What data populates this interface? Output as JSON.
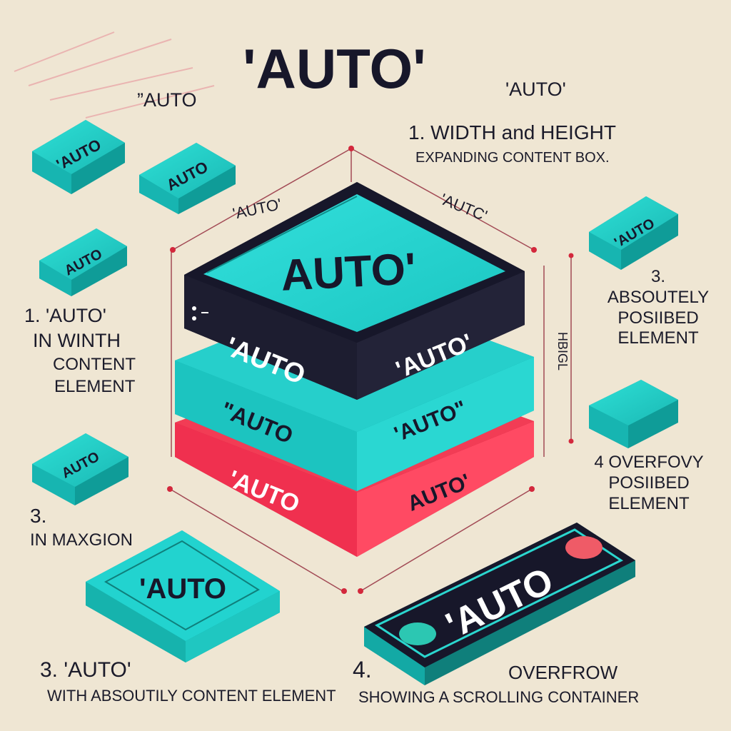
{
  "title": "'AUTO'",
  "labels": {
    "top_left_auto": "”AUTO",
    "top_right_auto": "'AUTO'",
    "width_height_line1": "1. WIDTH and HEIGHT",
    "width_height_line2": "EXPANDING CONTENT BOX.",
    "dim_left_auto": "'AUTO'",
    "dim_right_auto": "'AUTC'",
    "item3_right_line1": "3.",
    "item3_right_line2": "ABSOUTELY",
    "item3_right_line3": "POSIIBED",
    "item3_right_line4": "ELEMENT",
    "item1_left_line1": "1. 'AUTO'",
    "item1_left_line2": "IN WINTH",
    "item1_left_line3": "CONTENT",
    "item1_left_line4": "ELEMENT",
    "side_height": "HBIGL",
    "item4_right_line1": "4 OVERFOVY",
    "item4_right_line2": "POSIIBED",
    "item4_right_line3": "ELEMENT",
    "item3_margin_line1": "3.",
    "item3_margin_line2": "IN MAXGION",
    "bottom_left_line1": "3. 'AUTO'",
    "bottom_left_line2": "WITH ABSOUTILY CONTENT ELEMENT",
    "bottom_right_num": "4.",
    "bottom_right_line1": "OVERFROW",
    "bottom_right_line2": "SHOWING A SCROLLING CONTAINER"
  },
  "stack": {
    "top_face": "AUTO'",
    "black_front": "'AUTO",
    "black_side": "'AUTO'",
    "cyan_front": "\"AUTO",
    "cyan_side": "'AUTO\"",
    "red_front": "'AUTO",
    "red_side": "AUTO'"
  },
  "tiles": {
    "t1": "'AUTO",
    "t2": "AUTO",
    "t3": "AUTO",
    "t4": "AUTO",
    "t5": "'AUTO",
    "big": "'AUTO",
    "scroll": "'AUTO"
  },
  "colors": {
    "background": "#efe6d3",
    "cyan": "#22d3cf",
    "cyan_dark": "#11a7a4",
    "black": "#17172a",
    "red": "#f0304f",
    "red_dark": "#c71d3b",
    "ink": "#1b1b2a",
    "dot_red": "#ef5b67",
    "dot_teal": "#2cc7b2"
  }
}
